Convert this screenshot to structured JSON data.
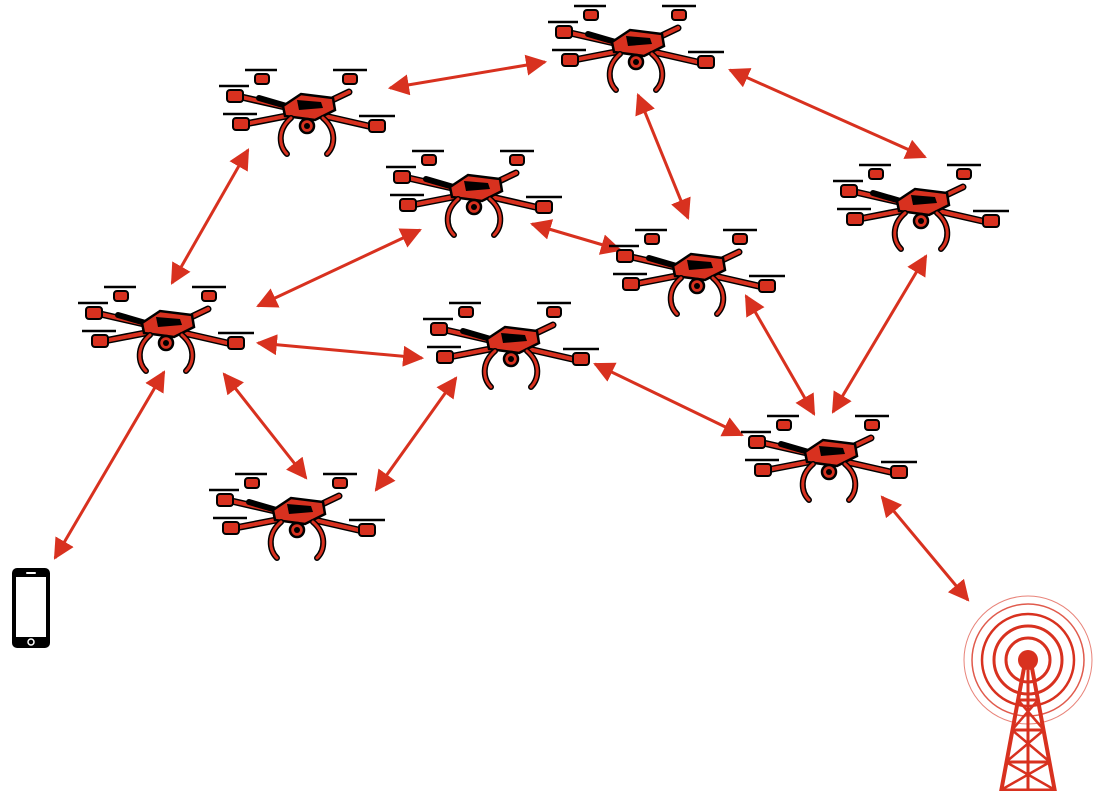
{
  "diagram": {
    "colors": {
      "accent": "#d8311f",
      "outline": "#000000",
      "background": "#ffffff"
    },
    "nodes": [
      {
        "id": "drone-1",
        "kind": "drone",
        "icon": "quadcopter-drone-icon"
      },
      {
        "id": "drone-2",
        "kind": "drone",
        "icon": "quadcopter-drone-icon"
      },
      {
        "id": "drone-3",
        "kind": "drone",
        "icon": "quadcopter-drone-icon"
      },
      {
        "id": "drone-4",
        "kind": "drone",
        "icon": "quadcopter-drone-icon"
      },
      {
        "id": "drone-5",
        "kind": "drone",
        "icon": "quadcopter-drone-icon"
      },
      {
        "id": "drone-6",
        "kind": "drone",
        "icon": "quadcopter-drone-icon"
      },
      {
        "id": "drone-7",
        "kind": "drone",
        "icon": "quadcopter-drone-icon"
      },
      {
        "id": "drone-8",
        "kind": "drone",
        "icon": "quadcopter-drone-icon"
      },
      {
        "id": "drone-9",
        "kind": "drone",
        "icon": "quadcopter-drone-icon"
      },
      {
        "id": "drone-10",
        "kind": "drone",
        "icon": "quadcopter-drone-icon"
      },
      {
        "id": "smartphone",
        "kind": "phone",
        "icon": "smartphone-icon"
      },
      {
        "id": "cell-tower",
        "kind": "tower",
        "icon": "radio-tower-icon"
      }
    ],
    "links": [
      {
        "from": "drone-1",
        "to": "drone-2",
        "bidirectional": true
      },
      {
        "from": "drone-1",
        "to": "drone-4",
        "bidirectional": true
      },
      {
        "from": "drone-2",
        "to": "drone-5",
        "bidirectional": true
      },
      {
        "from": "drone-2",
        "to": "drone-6",
        "bidirectional": true
      },
      {
        "from": "drone-3",
        "to": "drone-4",
        "bidirectional": true
      },
      {
        "from": "drone-3",
        "to": "drone-5",
        "bidirectional": true
      },
      {
        "from": "drone-4",
        "to": "drone-7",
        "bidirectional": true
      },
      {
        "from": "drone-4",
        "to": "drone-8",
        "bidirectional": true
      },
      {
        "from": "drone-4",
        "to": "smartphone",
        "bidirectional": true
      },
      {
        "from": "drone-7",
        "to": "drone-8",
        "bidirectional": true
      },
      {
        "from": "drone-7",
        "to": "drone-9",
        "bidirectional": true
      },
      {
        "from": "drone-5",
        "to": "drone-9",
        "bidirectional": true
      },
      {
        "from": "drone-6",
        "to": "drone-9",
        "bidirectional": true
      },
      {
        "from": "drone-9",
        "to": "cell-tower",
        "bidirectional": true
      }
    ]
  }
}
